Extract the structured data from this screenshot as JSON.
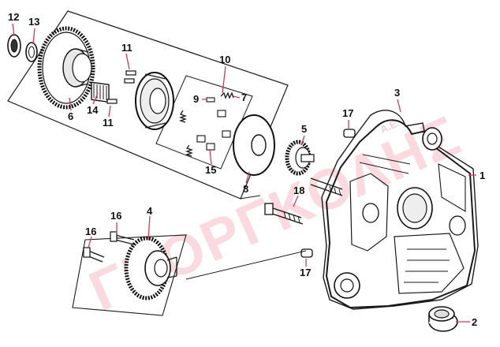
{
  "watermark": {
    "text": "ΓΚΟΡΓΚΟΛΗΣ",
    "suffix": "Α.Ε.",
    "color": "#f08ca0"
  },
  "callouts": [
    {
      "key": "c12",
      "text": "12"
    },
    {
      "key": "c13",
      "text": "13"
    },
    {
      "key": "c11a",
      "text": "11"
    },
    {
      "key": "c10",
      "text": "10"
    },
    {
      "key": "c14",
      "text": "14"
    },
    {
      "key": "c6",
      "text": "6"
    },
    {
      "key": "c11b",
      "text": "11"
    },
    {
      "key": "c9",
      "text": "9"
    },
    {
      "key": "c7",
      "text": "7"
    },
    {
      "key": "c15",
      "text": "15"
    },
    {
      "key": "c8",
      "text": "8"
    },
    {
      "key": "c5",
      "text": "5"
    },
    {
      "key": "c3",
      "text": "3"
    },
    {
      "key": "c17a",
      "text": "17"
    },
    {
      "key": "c1",
      "text": "1"
    },
    {
      "key": "c18",
      "text": "18"
    },
    {
      "key": "c4",
      "text": "4"
    },
    {
      "key": "c16a",
      "text": "16"
    },
    {
      "key": "c16b",
      "text": "16"
    },
    {
      "key": "c17b",
      "text": "17"
    },
    {
      "key": "c2",
      "text": "2"
    }
  ],
  "colors": {
    "leader": "#d23a5a",
    "line": "#1a1a1a"
  }
}
